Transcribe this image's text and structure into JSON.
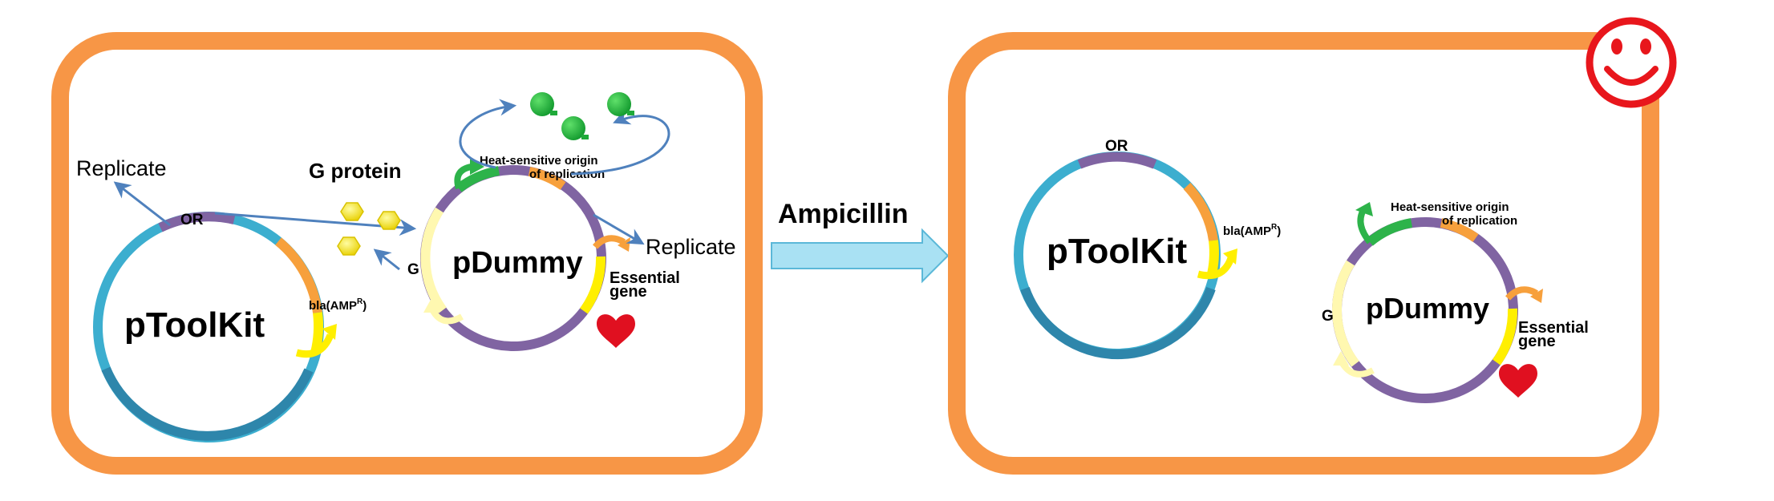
{
  "colors": {
    "cell_border": "#F79646",
    "plasmid_blue": "#3CAECF",
    "plasmid_dark_blue": "#2E86AB",
    "or_purple": "#8064A2",
    "orange_segment": "#F7A03C",
    "yellow_segment": "#FFEF00",
    "pale_yellow_segment": "#FFF8B0",
    "green_segment": "#2DB34A",
    "arrow_blue": "#4F81BD",
    "g_protein": "#F5E000",
    "green_molecule": "#1FAA3A",
    "heart": "#E01020",
    "smiley": "#E8161C",
    "big_arrow_fill": "#A9E1F3",
    "big_arrow_stroke": "#5BB8D8"
  },
  "left_cell": {
    "toolkit": {
      "name": "pToolKit",
      "or_label": "OR",
      "bla_label": "bla(AMP",
      "bla_sup": "R",
      "bla_close": ")"
    },
    "replicate_left": "Replicate",
    "g_protein_label": "G protein",
    "dummy": {
      "name": "pDummy",
      "g_label": "G",
      "origin_line1": "Heat-sensitive origin",
      "origin_line2": "of replication",
      "essential_line1": "Essential",
      "essential_line2": "gene"
    },
    "replicate_right": "Replicate"
  },
  "transition": {
    "label": "Ampicillin"
  },
  "right_cell": {
    "toolkit": {
      "name": "pToolKit",
      "or_label": "OR",
      "bla_label": "bla(AMP",
      "bla_sup": "R",
      "bla_close": ")"
    },
    "dummy": {
      "name": "pDummy",
      "g_label": "G",
      "origin_line1": "Heat-sensitive origin",
      "origin_line2": "of replication",
      "essential_line1": "Essential",
      "essential_line2": "gene"
    },
    "icons": [
      "smiley-icon",
      "heart-icon"
    ]
  }
}
